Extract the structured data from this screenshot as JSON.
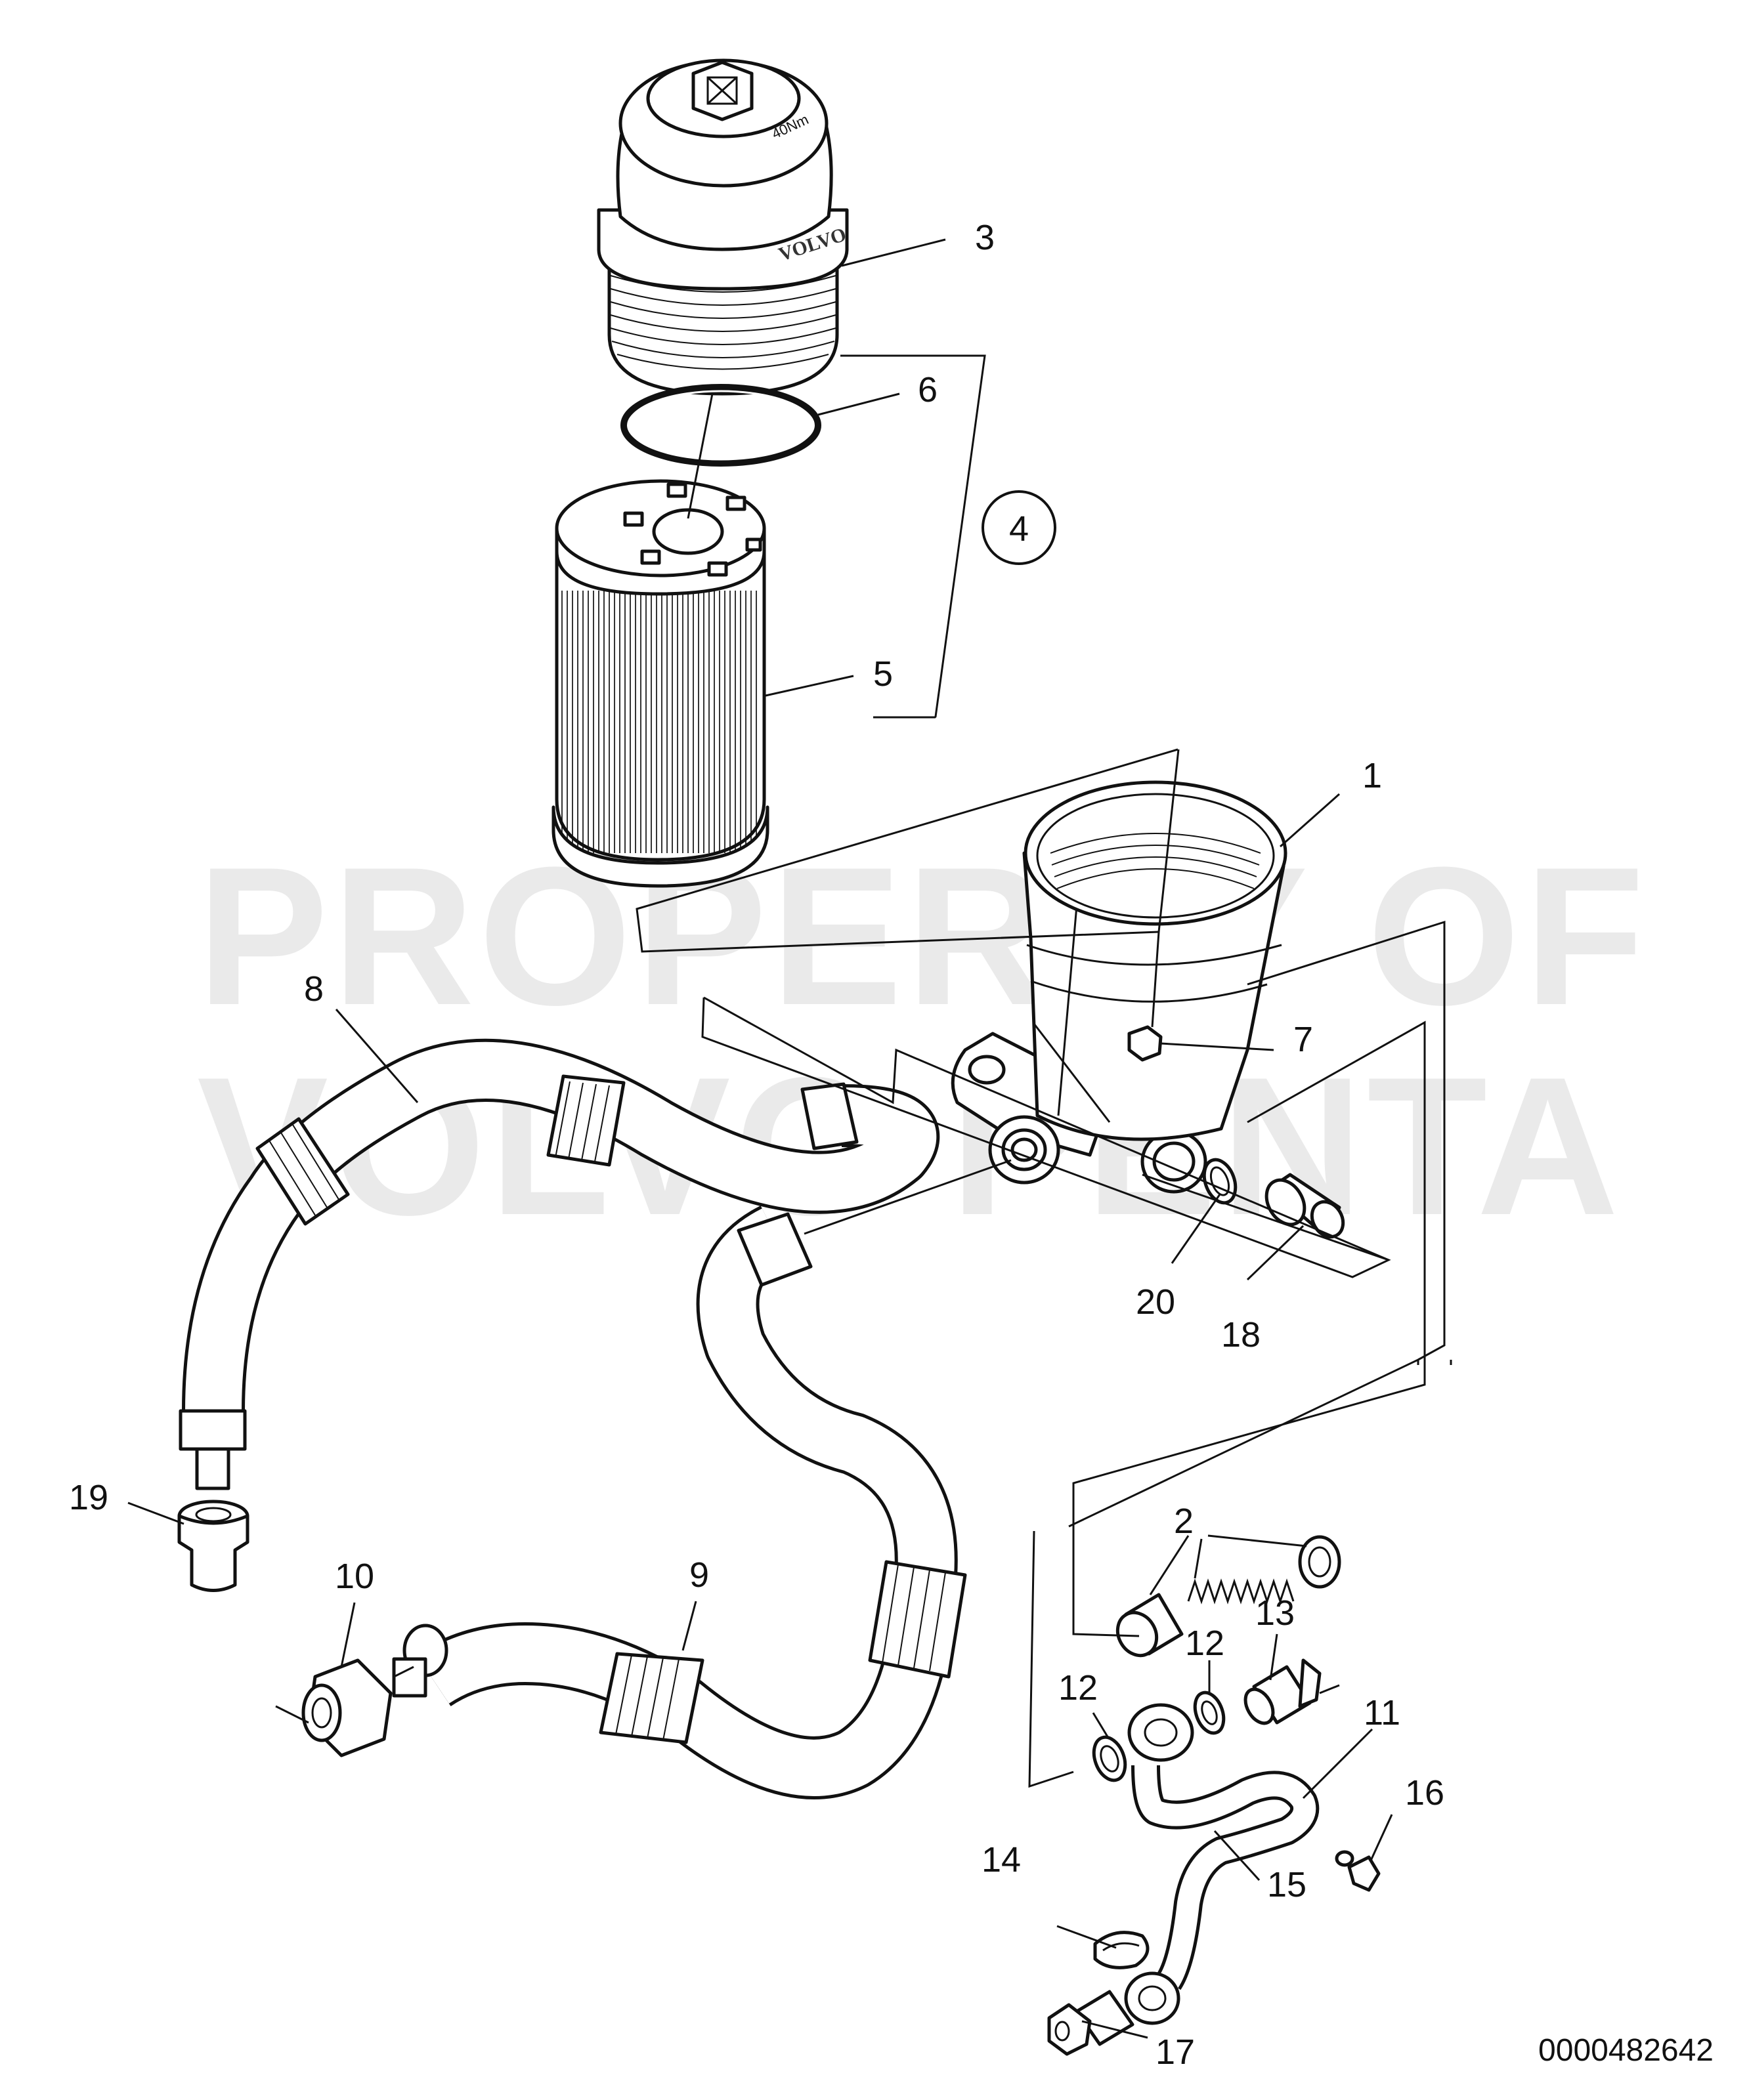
{
  "watermark": {
    "line1": "PROPERTY OF",
    "line2": "VOLVO PENTA"
  },
  "cap_text": {
    "brand": "VOLVO",
    "torque": "40Nm"
  },
  "document_number": "0000482642",
  "labels": {
    "p1": "1",
    "p2": "2",
    "p3": "3",
    "p4": "4",
    "p5": "5",
    "p6": "6",
    "p7": "7",
    "p8": "8",
    "p9": "9",
    "p10": "10",
    "p11": "11",
    "p12a": "12",
    "p12b": "12",
    "p13": "13",
    "p14": "14",
    "p15": "15",
    "p16": "16",
    "p17": "17",
    "p18": "18",
    "p19": "19",
    "p20": "20"
  }
}
